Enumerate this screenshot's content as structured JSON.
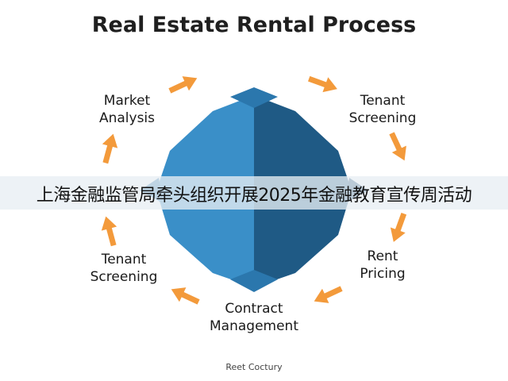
{
  "title": "Real Estate Rental Process",
  "steps": [
    {
      "line1": "Market",
      "line2": "Analysis"
    },
    {
      "line1": "Tenant",
      "line2": "Screening"
    },
    {
      "line1": "Rent",
      "line2": "Pricing"
    },
    {
      "line1": "Contract",
      "line2": "Management"
    },
    {
      "line1": "Tenant",
      "line2": "Screening"
    }
  ],
  "banner": "上海金融监管局牵头组织开展2025年金融教育宣传周活动",
  "footer": "Reet Coctury",
  "colors": {
    "arrow": "#f39a3b",
    "light_blue": "#3a8fc8",
    "dark_blue": "#1f5a85",
    "mid_blue": "#2b77ad"
  }
}
